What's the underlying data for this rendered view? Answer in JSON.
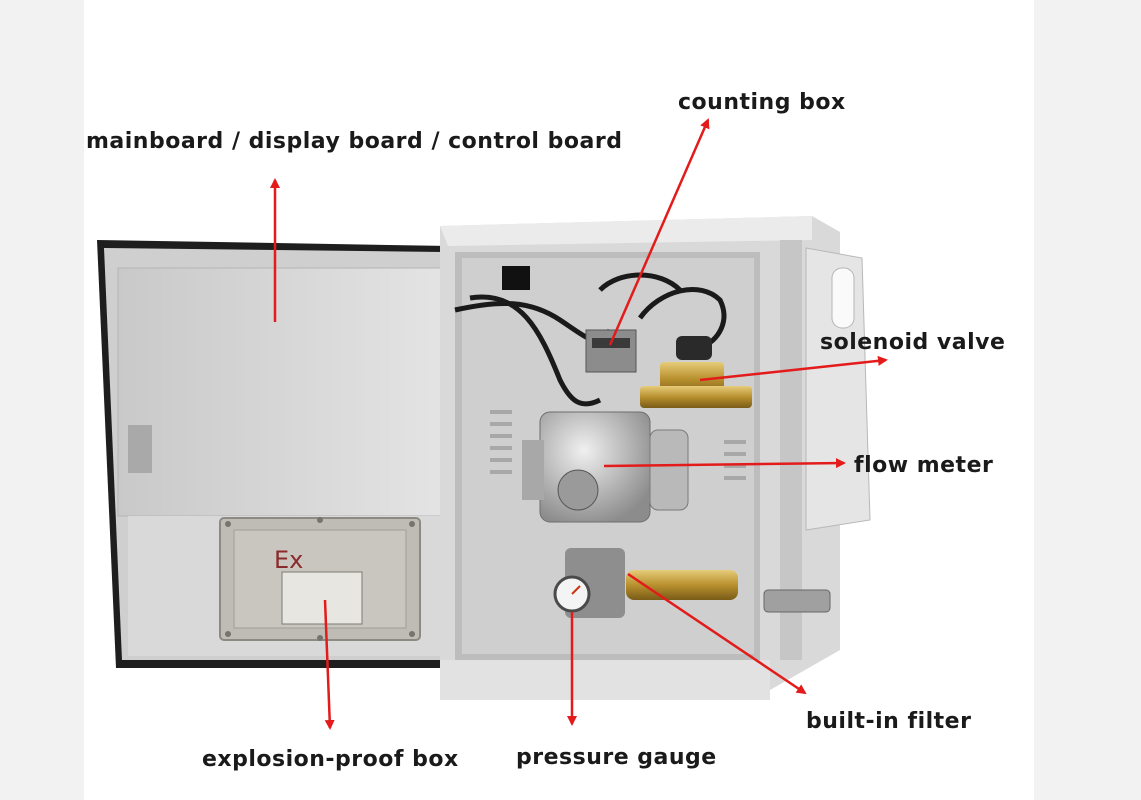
{
  "labels": {
    "counting_box": "counting box",
    "mainboard": "mainboard / display board / control board",
    "solenoid_valve": "solenoid valve",
    "flow_meter": "flow meter",
    "built_in_filter": "built-in filter",
    "pressure_gauge": "pressure gauge",
    "explosion_proof_box": "explosion-proof box"
  },
  "ex_mark": "Ex",
  "colors": {
    "arrow": "#e31b1b",
    "cabinet": "#d6d6d6",
    "background": "#ffffff"
  }
}
